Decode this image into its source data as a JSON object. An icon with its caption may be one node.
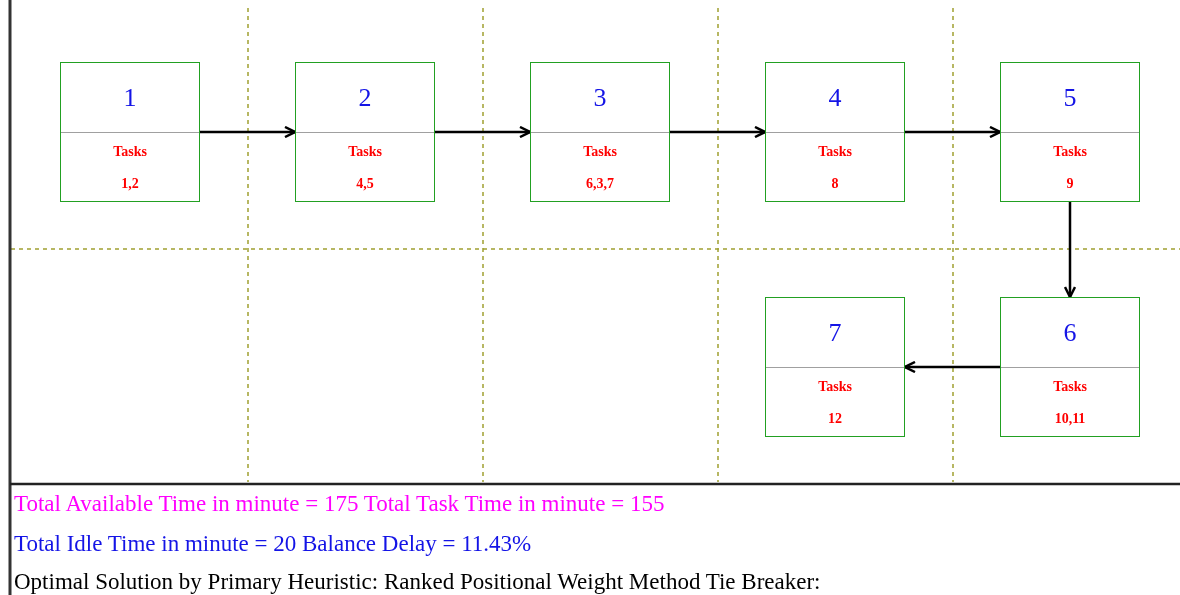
{
  "diagram": {
    "nodes": [
      {
        "text": [
          "1",
          "Tasks",
          "1,2"
        ]
      },
      {
        "text": [
          "2",
          "Tasks",
          "4,5"
        ]
      },
      {
        "text": [
          "3",
          "Tasks",
          "6,3,7"
        ]
      },
      {
        "text": [
          "4",
          "Tasks",
          "8"
        ]
      },
      {
        "text": [
          "5",
          "Tasks",
          "9"
        ]
      },
      {
        "text": [
          "6",
          "Tasks",
          "10,11"
        ]
      },
      {
        "text": [
          "7",
          "Tasks",
          "12"
        ]
      }
    ],
    "edges": [
      {
        "from": 0,
        "to": 1,
        "arrow": "to"
      },
      {
        "from": 1,
        "to": 2,
        "arrow": "to"
      },
      {
        "from": 2,
        "to": 3,
        "arrow": "to"
      },
      {
        "from": 3,
        "to": 4,
        "arrow": "to"
      },
      {
        "from": 4,
        "to": 5,
        "arrow": "to"
      },
      {
        "from": 5,
        "to": 6,
        "arrow": "to"
      }
    ],
    "labels": [
      "Total Available Time in minute = 175  Total Task Time in minute = 155",
      "Total Idle Time in minute = 20  Balance Delay = 11.43%",
      "Optimal Solution by Primary Heuristic: Ranked Positional Weight Method  Tie Breaker:"
    ]
  }
}
